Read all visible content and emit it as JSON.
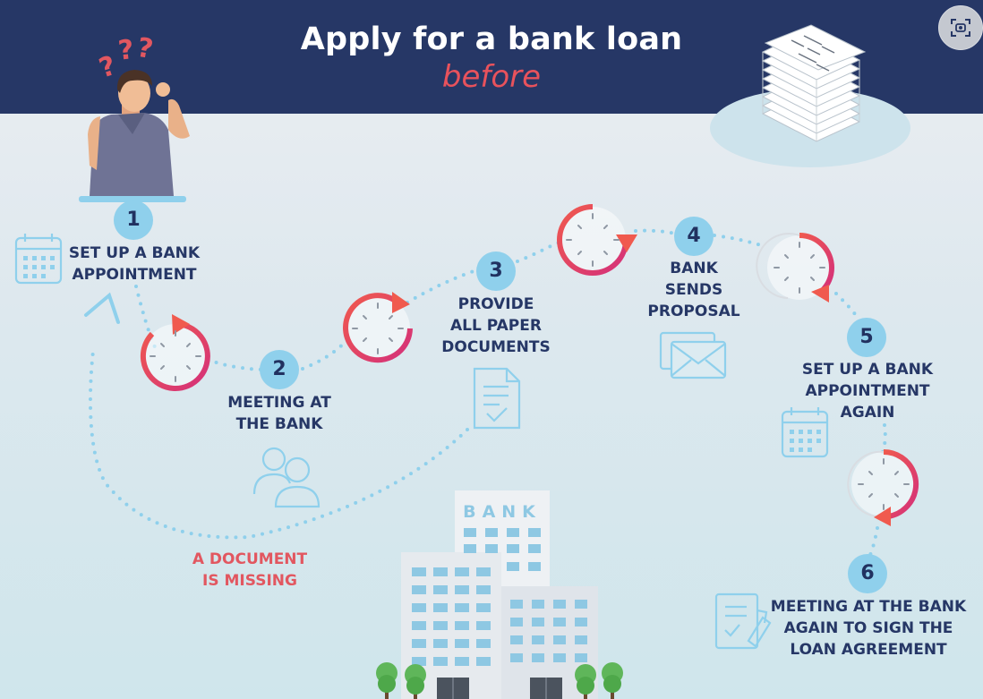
{
  "header": {
    "title": "Apply for a bank loan",
    "subtitle": "before",
    "background_color": "#263766",
    "subtitle_color": "#e8525c"
  },
  "toolbar": {
    "scan_icon": "scan-icon"
  },
  "person": {
    "question_marks": "???"
  },
  "steps": [
    {
      "number": "1",
      "label": "SET UP A BANK\nAPPOINTMENT",
      "icon": "calendar-icon"
    },
    {
      "number": "2",
      "label": "MEETING AT\nTHE BANK",
      "icon": "people-icon"
    },
    {
      "number": "3",
      "label": "PROVIDE\nALL PAPER\nDOCUMENTS",
      "icon": "document-check-icon"
    },
    {
      "number": "4",
      "label": "BANK\nSENDS\nPROPOSAL",
      "icon": "envelope-icon"
    },
    {
      "number": "5",
      "label": "SET UP A BANK\nAPPOINTMENT\nAGAIN",
      "icon": "calendar-icon"
    },
    {
      "number": "6",
      "label": "MEETING AT THE BANK\nAGAIN TO SIGN THE\nLOAN AGREEMENT",
      "icon": "sign-document-icon"
    }
  ],
  "loop_note": "A DOCUMENT\nIS MISSING",
  "building": {
    "sign": "BANK"
  },
  "colors": {
    "accent_red": "#e8525c",
    "step_badge": "#8fd0ec",
    "navy": "#263766",
    "dotted_path": "#8fd0ec"
  }
}
